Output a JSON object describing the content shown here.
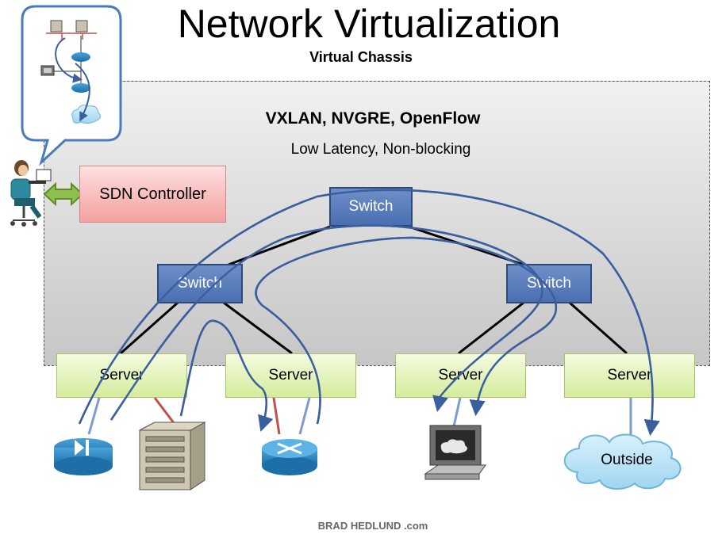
{
  "title": "Network Virtualization",
  "subtitle": "Virtual Chassis",
  "protocols": "VXLAN, NVGRE, OpenFlow",
  "latency": "Low Latency, Non-blocking",
  "controller": {
    "label": "SDN Controller"
  },
  "switches": [
    {
      "label": "Switch"
    },
    {
      "label": "Switch"
    },
    {
      "label": "Switch"
    }
  ],
  "servers": [
    {
      "label": "Server"
    },
    {
      "label": "Server"
    },
    {
      "label": "Server"
    },
    {
      "label": "Server"
    }
  ],
  "endpoints": {
    "outside_label": "Outside"
  },
  "footer": "BRAD HEDLUND .com",
  "colors": {
    "switch_fill": "#4a6fb0",
    "server_fill": "#d4ec9c",
    "controller_fill": "#f4a0a0",
    "flow_line": "#3b5f9e",
    "access_link_red": "#c0504d",
    "control_arrow": "#77a03f"
  }
}
